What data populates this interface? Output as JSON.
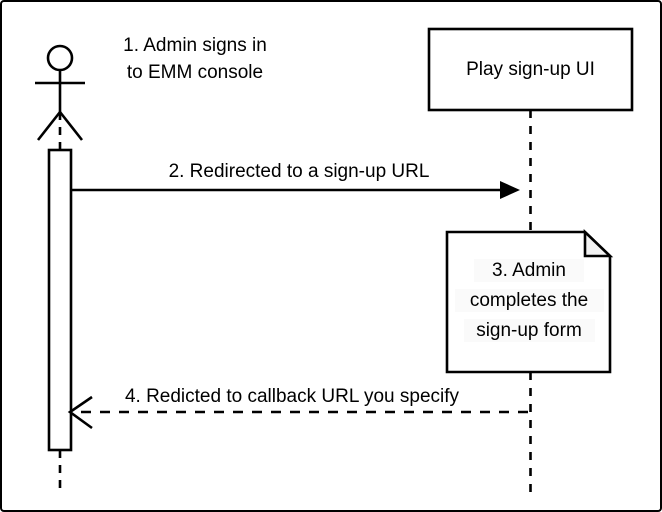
{
  "diagram": {
    "type": "uml-sequence-diagram",
    "title_visible": false,
    "colors": {
      "stroke": "#000000",
      "background": "#ffffff",
      "note_fill": "#ffffff",
      "note_fold_fill": "#f2f2f2",
      "text_highlight": "#fafafa",
      "border": "#000000"
    },
    "actor": {
      "name": "admin-actor",
      "shape": "stick-figure",
      "label": "",
      "lifeline_style": "dashed"
    },
    "participant": {
      "name": "play-sign-up-ui",
      "label": "Play sign-up UI",
      "lifeline_style": "dashed"
    },
    "steps": [
      {
        "number": "1",
        "kind": "annotation",
        "text_line1": "1. Admin signs in",
        "text_line2": "to EMM console",
        "full_text": "1. Admin signs in to EMM console"
      },
      {
        "number": "2",
        "kind": "message",
        "label": "2. Redirected to a sign-up URL",
        "direction": "left-to-right",
        "line_style": "solid",
        "arrowhead": "filled-triangle"
      },
      {
        "number": "3",
        "kind": "note",
        "text_line1": "3. Admin",
        "text_line2": "completes the",
        "text_line3": "sign-up form",
        "full_text": "3. Admin completes the sign-up form",
        "shape": "folded-corner-note"
      },
      {
        "number": "4",
        "kind": "message",
        "label": "4. Redicted to callback URL you specify",
        "direction": "right-to-left",
        "line_style": "dashed",
        "arrowhead": "open-v"
      }
    ],
    "activation_bar": {
      "name": "admin-activation-bar",
      "present": true
    }
  }
}
